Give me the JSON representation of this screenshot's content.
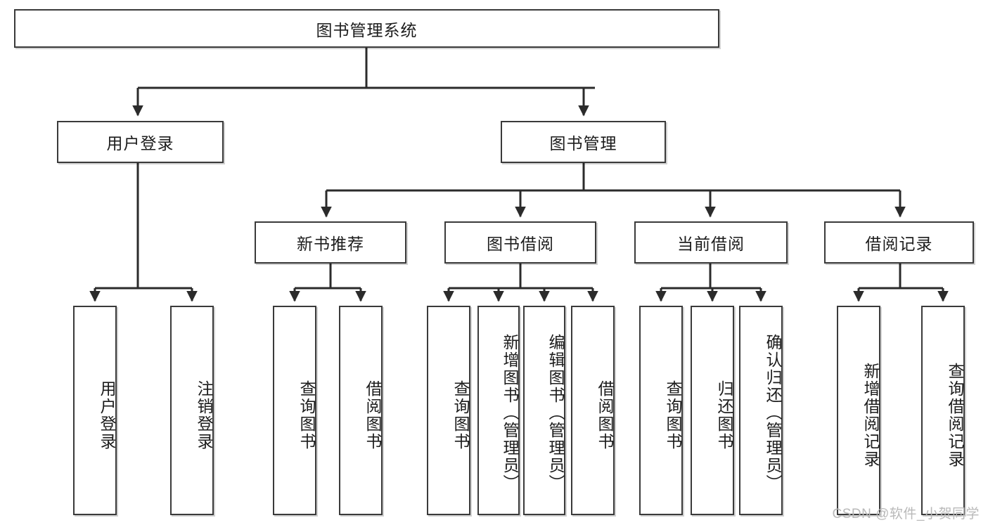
{
  "diagram": {
    "type": "tree-hierarchy",
    "title": "图书管理系统",
    "watermark": "CSDN @软件_小贺同学",
    "colors": {
      "box_border": "#3a3a3a",
      "box_fill": "#ffffff",
      "edge": "#2b2b2b",
      "text": "#1c1c1c",
      "watermark": "#b9b9b9"
    },
    "nodes": {
      "root": {
        "label": "图书管理系统",
        "orientation": "horizontal"
      },
      "user_login": {
        "label": "用户登录",
        "orientation": "horizontal"
      },
      "book_manage": {
        "label": "图书管理",
        "orientation": "horizontal"
      },
      "new_book_rec": {
        "label": "新书推荐",
        "orientation": "horizontal"
      },
      "book_borrow": {
        "label": "图书借阅",
        "orientation": "horizontal"
      },
      "current_borrow": {
        "label": "当前借阅",
        "orientation": "horizontal"
      },
      "borrow_record": {
        "label": "借阅记录",
        "orientation": "horizontal"
      },
      "leaf_user_login": {
        "label": "用户登录",
        "orientation": "vertical"
      },
      "leaf_logout": {
        "label": "注销登录",
        "orientation": "vertical"
      },
      "leaf_rec_query": {
        "label": "查询图书",
        "orientation": "vertical"
      },
      "leaf_rec_borrow": {
        "label": "借阅图书",
        "orientation": "vertical"
      },
      "leaf_bb_query": {
        "label": "查询图书",
        "orientation": "vertical"
      },
      "leaf_bb_add": {
        "label": "新增图书（管理员）",
        "orientation": "vertical"
      },
      "leaf_bb_edit": {
        "label": "编辑图书（管理员）",
        "orientation": "vertical"
      },
      "leaf_bb_borrow": {
        "label": "借阅图书",
        "orientation": "vertical"
      },
      "leaf_cb_query": {
        "label": "查询图书",
        "orientation": "vertical"
      },
      "leaf_cb_return": {
        "label": "归还图书",
        "orientation": "vertical"
      },
      "leaf_cb_confirm": {
        "label": "确认归还（管理员）",
        "orientation": "vertical"
      },
      "leaf_br_add": {
        "label": "新增借阅记录",
        "orientation": "vertical"
      },
      "leaf_br_query": {
        "label": "查询借阅记录",
        "orientation": "vertical"
      }
    },
    "hierarchy": [
      {
        "node": "root",
        "children": [
          {
            "node": "user_login",
            "children": [
              {
                "node": "leaf_user_login"
              },
              {
                "node": "leaf_logout"
              }
            ]
          },
          {
            "node": "book_manage",
            "children": [
              {
                "node": "new_book_rec",
                "children": [
                  {
                    "node": "leaf_rec_query"
                  },
                  {
                    "node": "leaf_rec_borrow"
                  }
                ]
              },
              {
                "node": "book_borrow",
                "children": [
                  {
                    "node": "leaf_bb_query"
                  },
                  {
                    "node": "leaf_bb_add"
                  },
                  {
                    "node": "leaf_bb_edit"
                  },
                  {
                    "node": "leaf_bb_borrow"
                  }
                ]
              },
              {
                "node": "current_borrow",
                "children": [
                  {
                    "node": "leaf_cb_query"
                  },
                  {
                    "node": "leaf_cb_return"
                  },
                  {
                    "node": "leaf_cb_confirm"
                  }
                ]
              },
              {
                "node": "borrow_record",
                "children": [
                  {
                    "node": "leaf_br_add"
                  },
                  {
                    "node": "leaf_br_query"
                  }
                ]
              }
            ]
          }
        ]
      }
    ]
  }
}
